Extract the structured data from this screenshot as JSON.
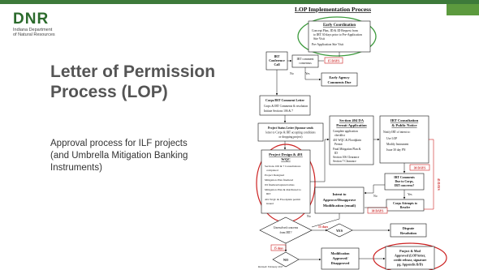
{
  "logo": {
    "text": "DNR",
    "sub1": "Indiana Department",
    "sub2": "of Natural Resources"
  },
  "slide": {
    "title_line1": "Letter of Permission",
    "title_line2": "Process (LOP)",
    "subtitle_line1": "Approval process for ILF projects",
    "subtitle_line2": "(and Umbrella Mitigation Banking",
    "subtitle_line3": "Instruments)"
  },
  "flowchart": {
    "title": "LOP Implementation Process",
    "early_coord": {
      "title": "Early Coordination",
      "b1": "Concept Plan, JD & ID Request from",
      "b1b": "to IRT 30 days prior to Pre-Application",
      "b1c": "Site Visit",
      "b2": "Pre-Application Site Visit"
    },
    "irt_call": {
      "l1": "IRT",
      "l2": "Conference",
      "l3": "Call"
    },
    "irt_comment": {
      "l1": "IRT comment",
      "l2": "consensus"
    },
    "days15_a": "15 DAYS",
    "no": "No",
    "yes": "Yes",
    "early_agency": {
      "l1": "Early Agency",
      "l2": "Comments Due"
    },
    "corps_letter": {
      "title": "Corps/IRT Comment Letter",
      "b1": "Corps & IRT Comments & resolution",
      "b2": "Initiate Sections 106 & 7"
    },
    "status_letter": {
      "l1": "Project Status Letter (Sponsor sends",
      "l2": "letter to Corps & IRT accepting conditions",
      "l3": "or dropping project)"
    },
    "design": {
      "title": "Project Design & 401",
      "title2": "WQC",
      "b1": "Sections 106 & 7 Consultations",
      "b1b": "completed",
      "b2": "Project Designed",
      "b3": "Mitigation Plan finalized",
      "b4": "JD finalized/upland tables",
      "b5": "Mitigation Plan & distributed to",
      "b5b": "IRT",
      "b6": "401 WQC & Floodplain permit",
      "b6b": "issued"
    },
    "section404": {
      "title": "Section 404 DA",
      "title2": "Permit Application",
      "b1": "Complete application",
      "b1b": "checklist",
      "b2": "401 WQC & Floodplain",
      "b2b": "Permit",
      "b3": "Final Mitigation Plan &",
      "b3b": "ID",
      "b4": "Section 106 Clearance",
      "b5": "Section 7 Clearance"
    },
    "irt_consult": {
      "title": "IRT Consultation",
      "title2": "& Public Notice",
      "l1": "Notify IRT of intent to:",
      "b1": "Use LOP",
      "b2": "Modify Instrument",
      "b3": "Issue 30 day PN"
    },
    "days30_a": "30 DAYS",
    "irt_comments_due": {
      "l1": "IRT Comments",
      "l2": "Due to Corps,",
      "l3": "IRT concerns?"
    },
    "no2": "No",
    "yes2": "Yes",
    "corps_attempts": {
      "l1": "Corps Attempts to",
      "l2": "Resolve"
    },
    "intent": {
      "l1": "Intent to",
      "l2": "Approve/Disapprove",
      "l3": "Modification (email)"
    },
    "days30_b": "30 DAYS",
    "days45_side": "45 DAYS",
    "no3": "No",
    "unresolved": {
      "l1": "Unresolved concerns",
      "l2": "from IRT?"
    },
    "days15_b": "15 days",
    "yes3": "YES",
    "dispute": {
      "l1": "Dispute",
      "l2": "Resolution"
    },
    "days15_c": "15 days",
    "no_diamond": "NO",
    "mod_approved": {
      "l1": "Modification",
      "l2": "Approved/",
      "l3": "Disapproved"
    },
    "final": {
      "l1": "Project & Mod",
      "l2": "Approved (LOP letter,",
      "l3": "credit release, signature",
      "l4": "pg. Appendix B/D)"
    },
    "revised": "Revised: February 2017"
  },
  "colors": {
    "brand_green": "#2b6a2c",
    "top_bar": "#3d7a3a",
    "highlight_red": "#cc2222",
    "highlight_green": "#3c9a3c",
    "title_gray": "#555555"
  }
}
